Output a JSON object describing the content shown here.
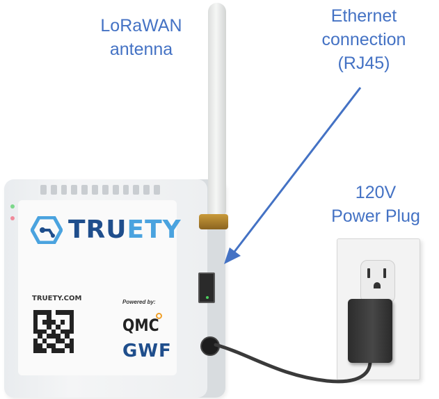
{
  "callouts": {
    "antenna": [
      "LoRaWAN",
      "antenna"
    ],
    "ethernet": [
      "Ethernet",
      "connection",
      "(RJ45)"
    ],
    "power": [
      "120V",
      "Power Plug"
    ]
  },
  "device": {
    "brand_prefix": "TRU",
    "brand_suffix": "ETY",
    "url": "TRUETY.COM",
    "powered_by": "Powered by:",
    "qmc_logo": "QMC",
    "gwf_logo": "GWF"
  },
  "colors": {
    "callout_text": "#4472c4",
    "arrow": "#4472c4",
    "brand_dark": "#1f4e8c",
    "brand_light": "#4aa3df"
  },
  "icons": [
    "truety-logo-icon",
    "qr-code-icon",
    "qmc-logo-icon",
    "gwf-logo-icon"
  ]
}
